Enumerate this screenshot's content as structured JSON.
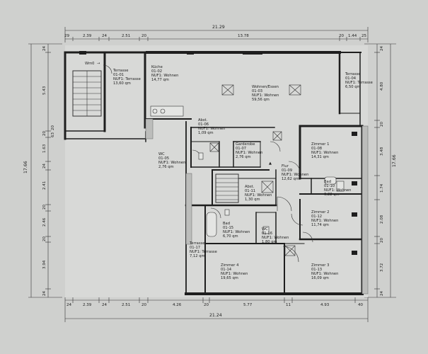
{
  "dimensions": {
    "top_total": "21.29",
    "top_segments": [
      "29",
      "2.39",
      "24",
      "2.51",
      "20",
      "13.78",
      "20",
      "1.44",
      "25"
    ],
    "bottom_total": "21.24",
    "bottom_segments": [
      "24",
      "2.39",
      "24",
      "2.51",
      "20",
      "4.26",
      "20",
      "5.77",
      "11",
      "4.93",
      "40"
    ],
    "left_total": "17.66",
    "left_segments": [
      "24",
      "5.43",
      "20",
      "1.63",
      "24",
      "2.41",
      "20",
      "2.46",
      "20",
      "3.94",
      "24"
    ],
    "left_extra": [
      "63",
      "20"
    ],
    "right_total": "17.66",
    "right_segments": [
      "24",
      "4.80",
      "20",
      "3.48",
      "1.74",
      "2.08",
      "20",
      "3.72",
      "24"
    ]
  },
  "stair_label": "Wm0",
  "rooms": [
    {
      "key": "r0101",
      "lines": [
        "Terrasse",
        "01-01",
        "NUF1: Terrasse",
        "13,60 qm"
      ]
    },
    {
      "key": "r0102",
      "lines": [
        "Küche",
        "01-02",
        "NUF1: Wohnen",
        "14,77 qm"
      ]
    },
    {
      "key": "r0103",
      "lines": [
        "Wohnen/Essen",
        "01-03",
        "NUF1: Wohnen",
        "59,56 qm"
      ]
    },
    {
      "key": "r0104",
      "lines": [
        "Terrasse",
        "01-04",
        "NUF1: Terrasse",
        "6,50 qm"
      ]
    },
    {
      "key": "r0106",
      "lines": [
        "Abst.",
        "01-06",
        "NUF1: Wohnen",
        "1,09 qm"
      ]
    },
    {
      "key": "r0105",
      "lines": [
        "WC",
        "01-05",
        "NUF1: Wohnen",
        "2,76 qm"
      ]
    },
    {
      "key": "r0107",
      "lines": [
        "Garderobe",
        "01-07",
        "NUF1: Wohnen",
        "2,76 qm"
      ]
    },
    {
      "key": "r0108",
      "lines": [
        "Zimmer 1",
        "01-08",
        "NUF1: Wohnen",
        "14,31 qm"
      ]
    },
    {
      "key": "r0109",
      "lines": [
        "Flur",
        "01-09",
        "NUF1: Wohnen",
        "12,62 qm"
      ]
    },
    {
      "key": "r0110",
      "lines": [
        "Bad",
        "01-10",
        "NUF1: Wohnen",
        "6,22 qm"
      ]
    },
    {
      "key": "r0111",
      "lines": [
        "Abst.",
        "01-11",
        "NUF1: Wohnen",
        "1,30 qm"
      ]
    },
    {
      "key": "r0112",
      "lines": [
        "Zimmer 2",
        "01-12",
        "NUF1: Wohnen",
        "11,74 qm"
      ]
    },
    {
      "key": "r0115",
      "lines": [
        "Bad",
        "01-15",
        "NUF1: Wohnen",
        "6,70 qm"
      ]
    },
    {
      "key": "r0116",
      "lines": [
        "WC",
        "01-16",
        "NUF1: Wohnen",
        "1,80 qm"
      ]
    },
    {
      "key": "r0117",
      "lines": [
        "Terrasse",
        "01-17",
        "NUF1: Terrasse",
        "7,12 qm"
      ]
    },
    {
      "key": "r0114",
      "lines": [
        "Zimmer 4",
        "01-14",
        "NUF1: Wohnen",
        "19,65 qm"
      ]
    },
    {
      "key": "r0113",
      "lines": [
        "Zimmer 3",
        "01-13",
        "NUF1: Wohnen",
        "16,09 qm"
      ]
    }
  ]
}
